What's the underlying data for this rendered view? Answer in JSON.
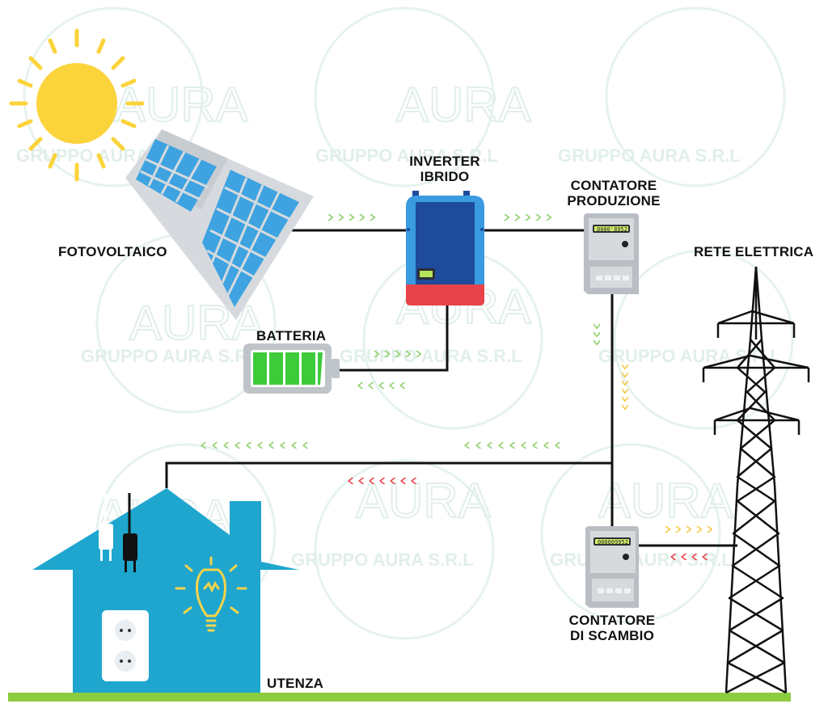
{
  "labels": {
    "photovoltaic": "FOTOVOLTAICO",
    "inverter_line1": "INVERTER",
    "inverter_line2": "IBRIDO",
    "production_meter_line1": "CONTATORE",
    "production_meter_line2": "PRODUZIONE",
    "grid": "RETE ELETTRICA",
    "battery": "BATTERIA",
    "exchange_meter_line1": "CONTATORE",
    "exchange_meter_line2": "DI SCAMBIO",
    "user": "UTENZA"
  },
  "meters": {
    "production_reading": "0000'8952",
    "exchange_reading": "000009952"
  },
  "colors": {
    "wire": "#111111",
    "arrow_green": "#8ed06b",
    "arrow_yellow": "#f5c842",
    "arrow_red": "#e8434a",
    "house": "#1fa6cf",
    "ground": "#8ccc3f",
    "sun": "#fbd33b",
    "panel_cell": "#3ea3e0",
    "inverter_body": "#1f4b9c",
    "inverter_side": "#3a9be0",
    "inverter_base": "#e8434a",
    "battery_cell": "#3ecb3a",
    "watermark": "#d6ede6"
  },
  "icons": [
    "sun-icon",
    "solar-panel-icon",
    "inverter-icon",
    "battery-icon",
    "energy-meter-icon",
    "power-pylon-icon",
    "house-icon",
    "plug-icon",
    "socket-icon",
    "light-bulb-icon"
  ],
  "watermark": {
    "logo_text": "AURA",
    "caption": "GRUPPO AURA S.R.L"
  }
}
